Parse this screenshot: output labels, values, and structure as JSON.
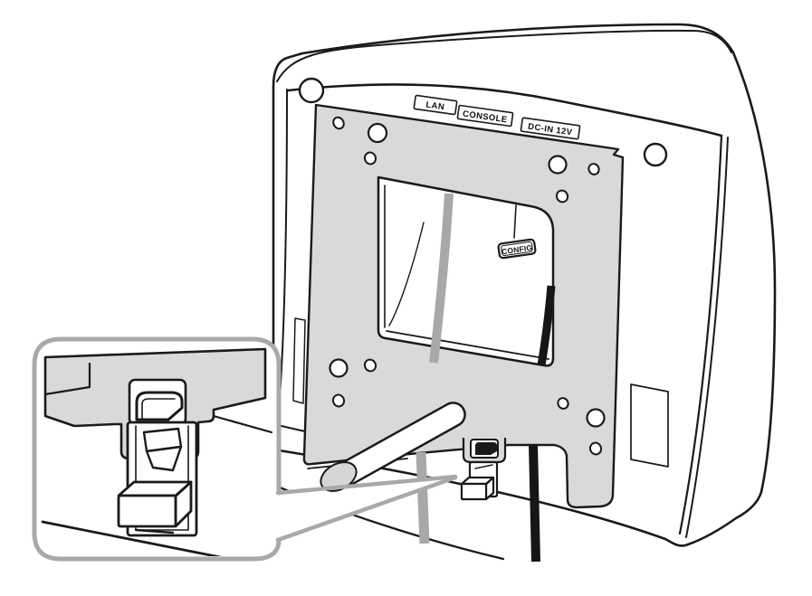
{
  "figure": {
    "type": "technical-illustration",
    "subject": "Rear view of an access point mounted on a wall-mount bracket, with a magnified callout of the security latch at the bottom",
    "port_labels": [
      {
        "text": "LAN"
      },
      {
        "text": "CONSOLE"
      },
      {
        "text": "DC-IN 12V"
      }
    ],
    "config_label": {
      "text": "CONFIG"
    },
    "callout": {
      "shape": "rounded-bubble-with-pointer",
      "points_at": "security-latch"
    },
    "colors": {
      "line": "#1a1a1a",
      "plate": "#d9d9d9",
      "device_white": "#ffffff",
      "callout_border": "#a9a9a9",
      "cable_gray": "#a8a8a8",
      "cable_black": "#161616",
      "rod_tip_gray": "#d6d6d6",
      "background": "#ffffff"
    }
  }
}
